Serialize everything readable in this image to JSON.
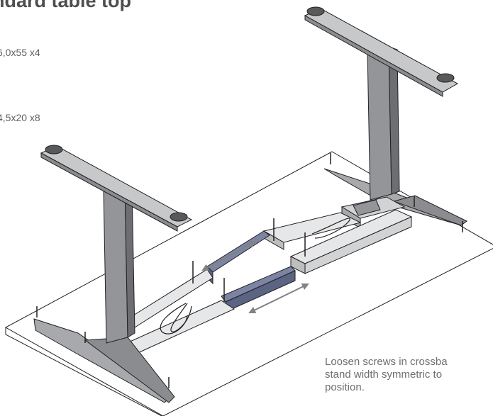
{
  "heading": "ndard table top",
  "screws": [
    {
      "label": "6,0x55 x4"
    },
    {
      "label": "4,5x20 x8"
    }
  ],
  "instruction": {
    "lines": [
      "Loosen screws in crossba",
      "stand width symmetric to",
      "position."
    ]
  },
  "colors": {
    "frame": "#a7a9ac",
    "frame_dark": "#6d6e71",
    "crossbar": "#d1d3d4",
    "inner_tube": "#7b85a3",
    "outline": "#231f20"
  }
}
